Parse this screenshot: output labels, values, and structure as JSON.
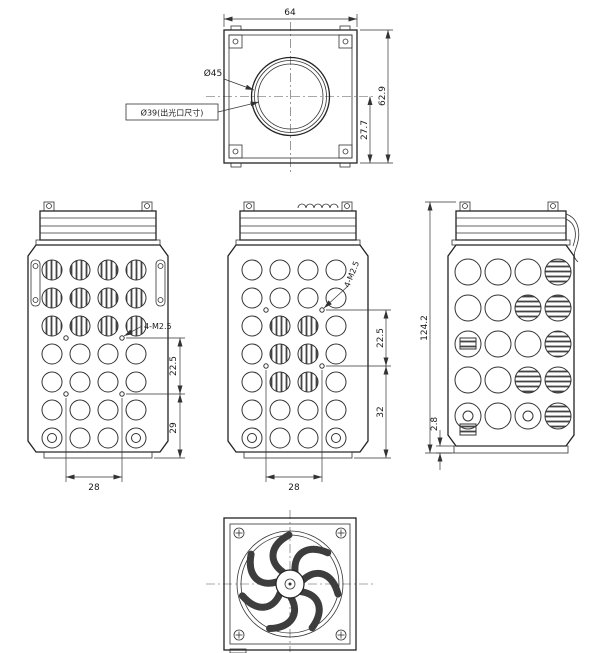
{
  "views": {
    "top": {
      "dim_overall_width": "64",
      "dim_overall_height": "62.9",
      "dim_center_to_edge": "27.7",
      "label_lens_outer": "Ø45",
      "label_lens_aperture": "Ø39(出光口尺寸)"
    },
    "front_left": {
      "label_thread_holes": "4-M2.5",
      "dim_hole_pitch": "22.5",
      "dim_hole_to_base": "29",
      "dim_hole_span": "28"
    },
    "front_middle": {
      "label_thread_holes": "4-M2.5",
      "dim_hole_pitch": "22.5",
      "dim_hole_to_base": "32",
      "dim_hole_span": "28"
    },
    "side": {
      "dim_overall_height": "124.2",
      "dim_base_thickness": "2.8"
    }
  }
}
